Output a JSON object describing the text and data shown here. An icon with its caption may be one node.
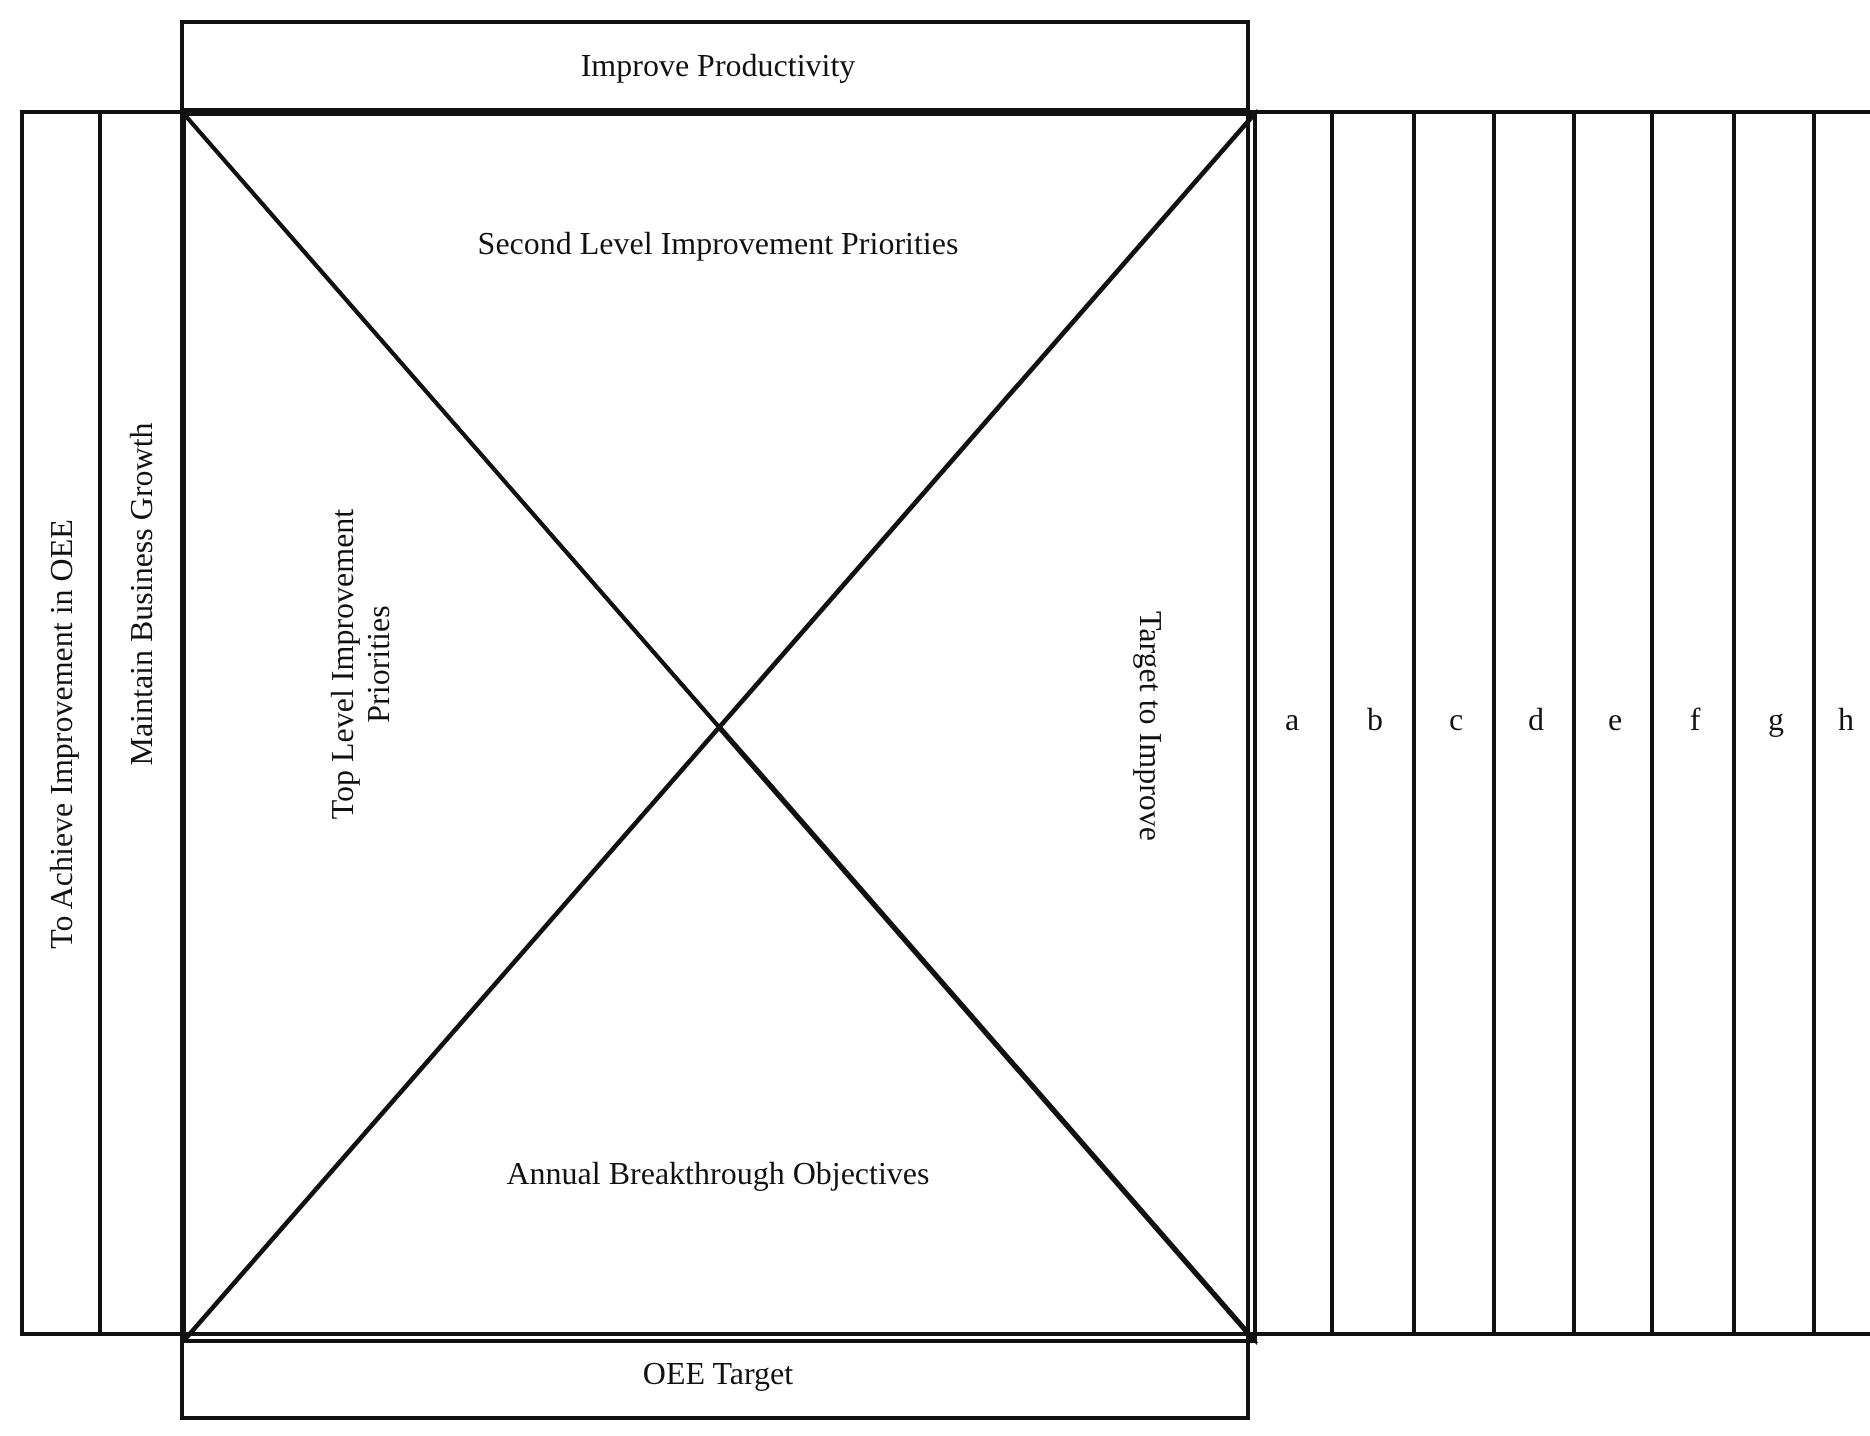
{
  "diagram": {
    "nodes": [
      {
        "text": [
          "Improve Productivity"
        ]
      },
      {
        "text": [
          "To Achieve Improvement in OEE"
        ]
      },
      {
        "text": [
          "Maintain Business Growth"
        ]
      },
      {
        "text": [],
        "shape": "box"
      },
      {
        "text": [
          "Second Level Improvement Priorities"
        ],
        "in": 3
      },
      {
        "text": [
          "Top Level Improvement Priorities"
        ],
        "in": 3
      },
      {
        "text": [
          "Target to Improve"
        ],
        "in": 3
      },
      {
        "text": [
          "Annual Breakthrough Objectives"
        ],
        "in": 3
      },
      {
        "text": [
          "a"
        ]
      },
      {
        "text": [
          "b"
        ]
      },
      {
        "text": [
          "c"
        ]
      },
      {
        "text": [
          "d"
        ]
      },
      {
        "text": [
          "e"
        ]
      },
      {
        "text": [
          "f"
        ]
      },
      {
        "text": [
          "g"
        ]
      },
      {
        "text": [
          "h"
        ]
      },
      {
        "text": [
          "OEE Target"
        ]
      }
    ]
  }
}
